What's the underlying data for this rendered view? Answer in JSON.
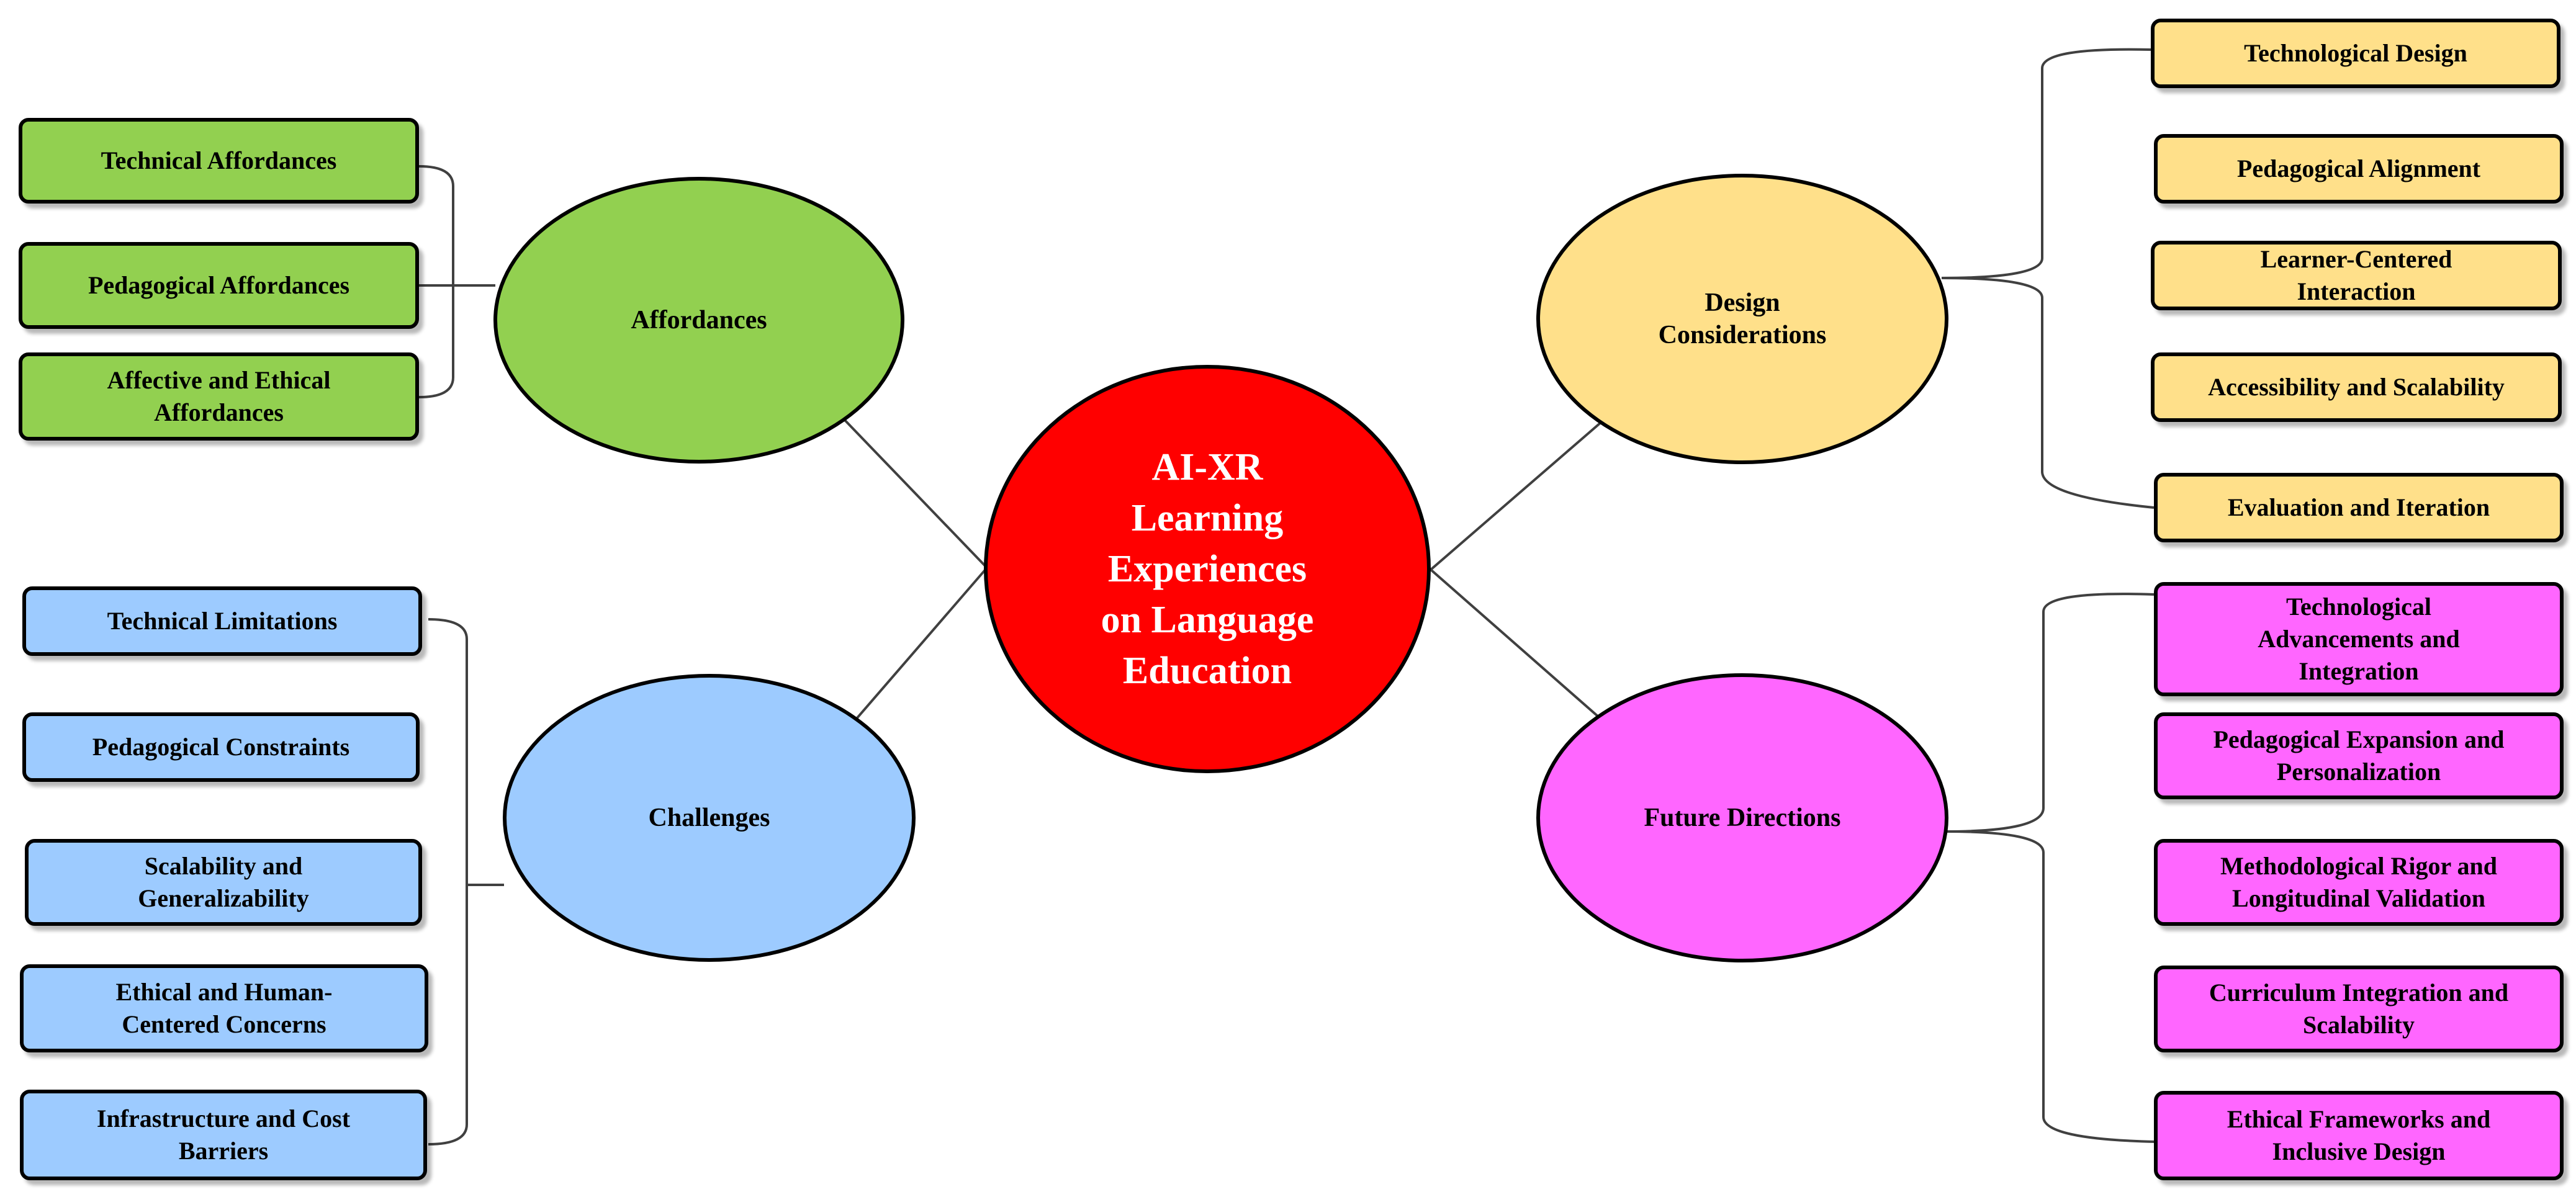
{
  "colors": {
    "center": "#ff0000",
    "affordances": "#92d050",
    "challenges": "#9dcbff",
    "design": "#ffe08a",
    "future": "#ff66ff",
    "line": "#404040"
  },
  "center": {
    "label": "AI-XR\nLearning\nExperiences\non  Language\nEducation"
  },
  "branches": {
    "affordances": {
      "label": "Affordances",
      "items": [
        "Technical Affordances",
        "Pedagogical Affordances",
        "Affective and Ethical\nAffordances"
      ]
    },
    "challenges": {
      "label": "Challenges",
      "items": [
        "Technical Limitations",
        "Pedagogical Constraints",
        "Scalability and\nGeneralizability",
        "Ethical and Human-\nCentered Concerns",
        "Infrastructure and Cost\nBarriers"
      ]
    },
    "design": {
      "label": "Design\nConsiderations",
      "items": [
        "Technological Design",
        "Pedagogical Alignment",
        "Learner-Centered\nInteraction",
        "Accessibility and Scalability",
        "Evaluation and Iteration"
      ]
    },
    "future": {
      "label": "Future Directions",
      "items": [
        "Technological\nAdvancements and\nIntegration",
        "Pedagogical Expansion and\nPersonalization",
        "Methodological Rigor and\nLongitudinal Validation",
        "Curriculum Integration and\nScalability",
        "Ethical Frameworks and\nInclusive Design"
      ]
    }
  }
}
